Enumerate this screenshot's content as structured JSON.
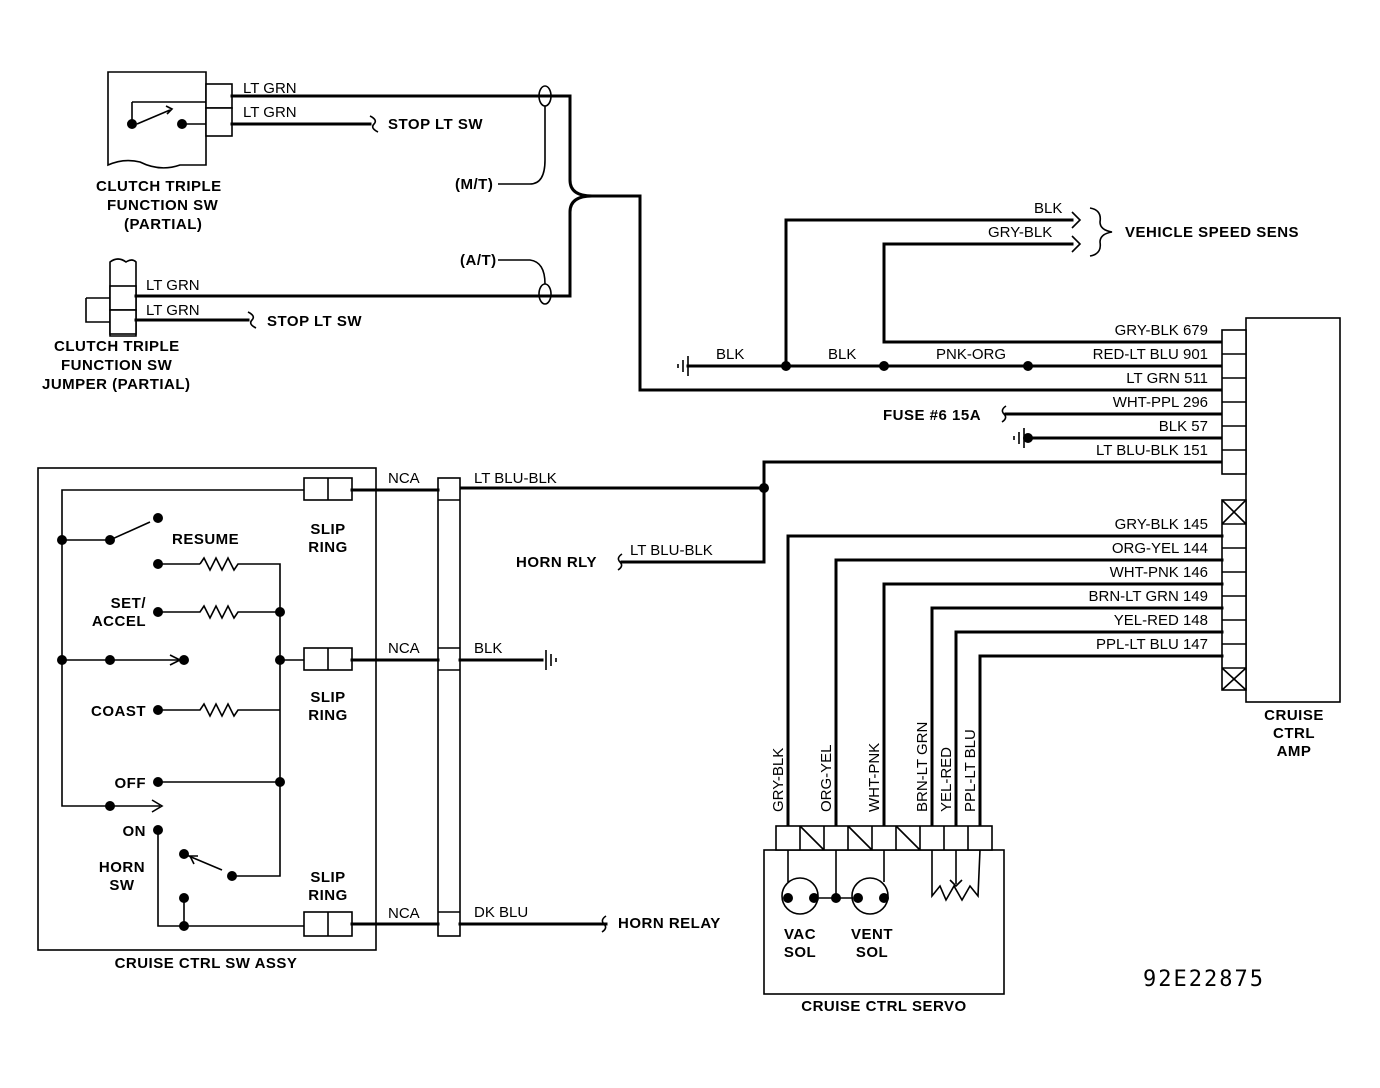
{
  "labels": {
    "clutch_sw": [
      "CLUTCH TRIPLE",
      "FUNCTION SW",
      "(PARTIAL)"
    ],
    "clutch_jumper": [
      "CLUTCH TRIPLE",
      "FUNCTION SW",
      "JUMPER (PARTIAL)"
    ],
    "lt_grn": "LT GRN",
    "stop_lt_sw": "STOP LT SW",
    "mt": "(M/T)",
    "at": "(A/T)",
    "vehicle_speed_sens": "VEHICLE SPEED SENS",
    "blk": "BLK",
    "gry_blk": "GRY-BLK",
    "pnk_org": "PNK-ORG",
    "fuse": "FUSE #6 15A",
    "nca": "NCA",
    "lt_blu_blk": "LT BLU-BLK",
    "horn_rly": "HORN RLY",
    "dk_blu": "DK BLU",
    "horn_relay": "HORN RELAY",
    "resume": "RESUME",
    "set_accel": [
      "SET/",
      "ACCEL"
    ],
    "coast": "COAST",
    "off": "OFF",
    "on": "ON",
    "horn_sw": [
      "HORN",
      "SW"
    ],
    "slip_ring": [
      "SLIP",
      "RING"
    ],
    "cruise_ctrl_sw_assy": "CRUISE CTRL SW ASSY",
    "cruise_ctrl_amp": [
      "CRUISE",
      "CTRL",
      "AMP"
    ],
    "vac_sol": [
      "VAC",
      "SOL"
    ],
    "vent_sol": [
      "VENT",
      "SOL"
    ],
    "cruise_ctrl_servo": "CRUISE CTRL SERVO",
    "diagram_code": "92E22875"
  },
  "amp_pins_upper": [
    "GRY-BLK 679",
    "RED-LT BLU 901",
    "LT GRN 511",
    "WHT-PPL 296",
    "BLK 57",
    "LT BLU-BLK 151"
  ],
  "amp_pins_lower": [
    "GRY-BLK 145",
    "ORG-YEL 144",
    "WHT-PNK 146",
    "BRN-LT GRN 149",
    "YEL-RED 148",
    "PPL-LT BLU 147"
  ],
  "servo_wires": [
    "GRY-BLK",
    "ORG-YEL",
    "WHT-PNK",
    "BRN-LT GRN",
    "YEL-RED",
    "PPL-LT BLU"
  ]
}
